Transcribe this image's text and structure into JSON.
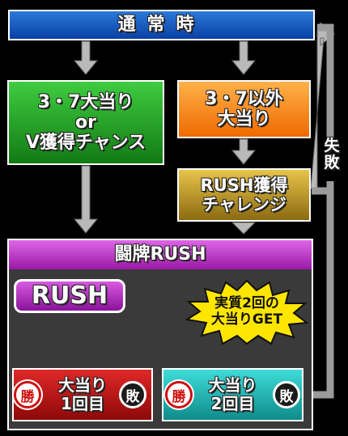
{
  "title": "通常時",
  "jackpot_37": [
    "3・7大当り",
    "or",
    "V獲得チャンス"
  ],
  "jackpot_other": [
    "3・7以外",
    "大当り"
  ],
  "rush_challenge": [
    "RUSH獲得",
    "チャレンジ"
  ],
  "fail_label": [
    "失",
    "敗"
  ],
  "rush_mode_title": "闘牌RUSH",
  "rush_badge": "RUSH",
  "get_callout": [
    "実質2回の",
    "大当りGET"
  ],
  "round1": [
    "大当り",
    "1回目"
  ],
  "round2": [
    "大当り",
    "2回目"
  ],
  "win_symbol": "勝",
  "lose_symbol": "敗",
  "colors": {
    "normal": "#1a5cc4",
    "jackpot_37": "#2aa82c",
    "jackpot_other": "#f58a10",
    "challenge": "#b8931c",
    "rush_mode": "#c03acc",
    "round1": "#c81818",
    "round2": "#20b8b4",
    "arrow": "#b9b9b9"
  }
}
